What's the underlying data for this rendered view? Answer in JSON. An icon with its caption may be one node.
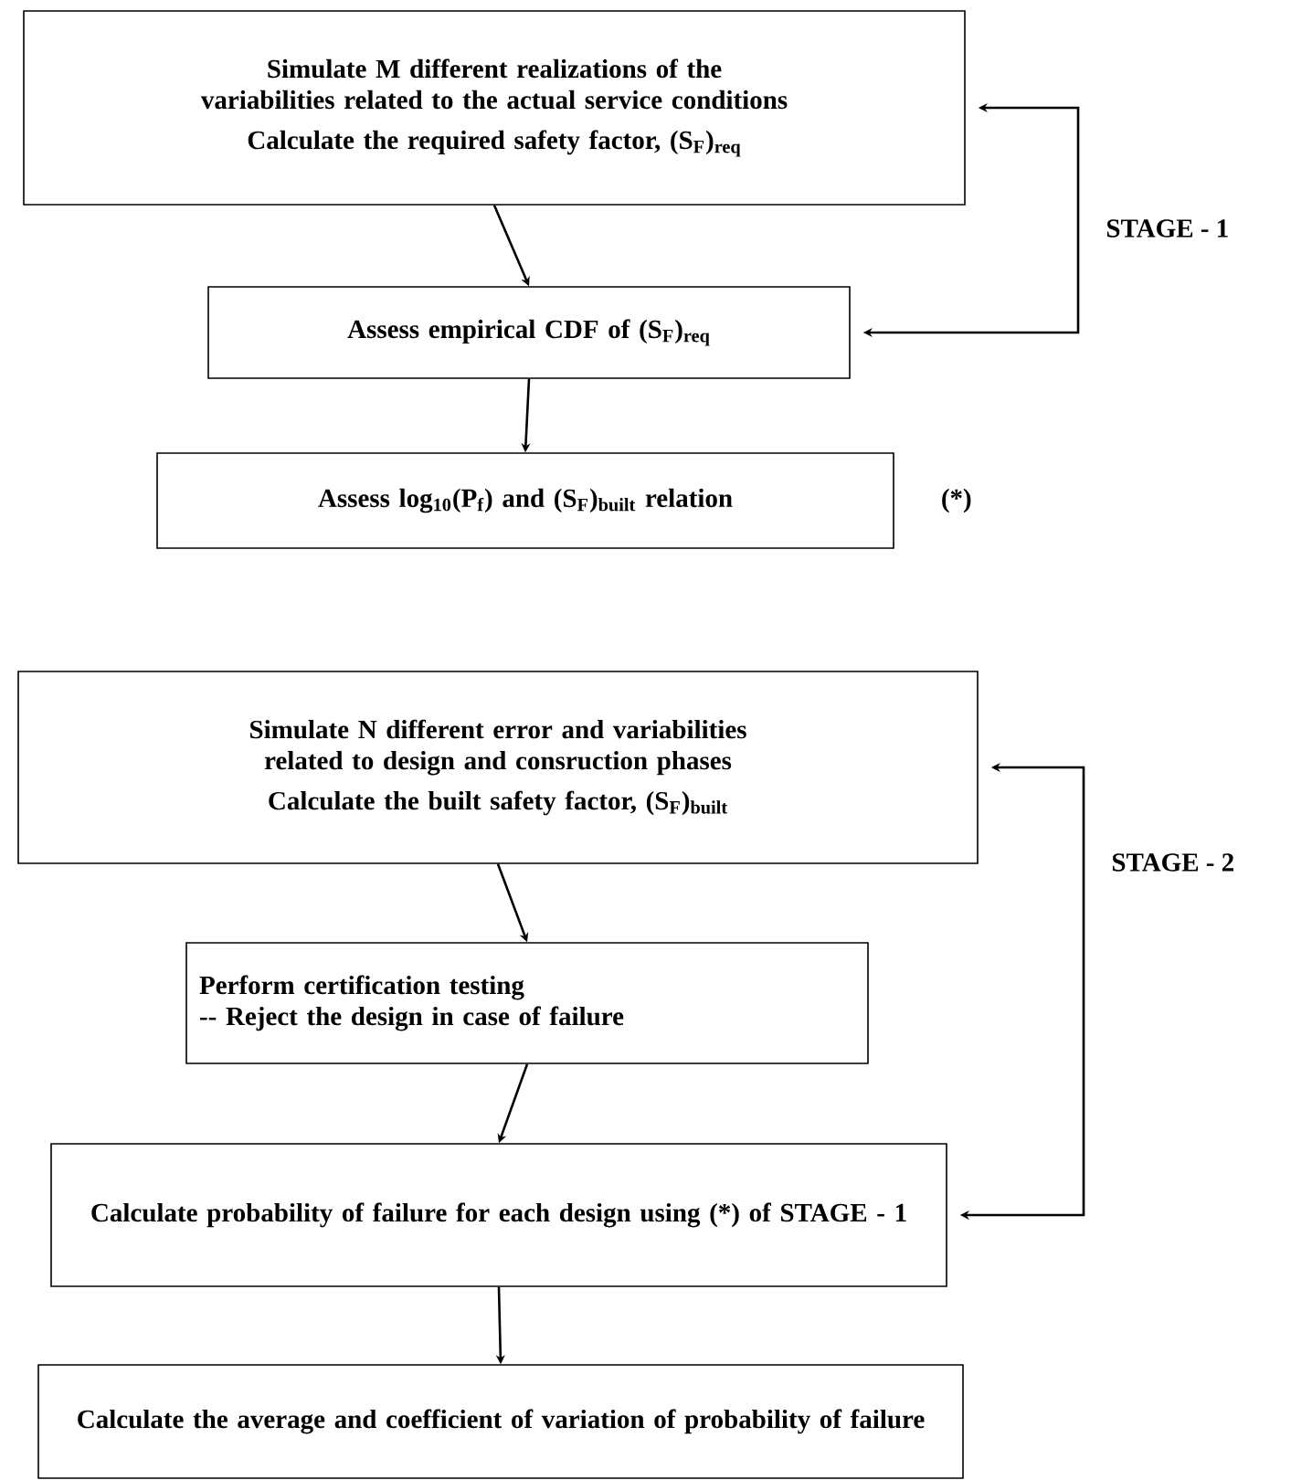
{
  "diagram": {
    "nodes": [
      {
        "text": [
          "Simulate M different realizations of the variabilities related to the actual service conditions",
          "Calculate the required safety factor, (S$_{F}$)$_{req}$"
        ]
      },
      {
        "text": [
          "Assess empirical CDF of (S$_{F}$)$_{req}$"
        ]
      },
      {
        "text": [
          "Assess log$_{10}$(P$_{f}$) and (S$_{F}$)$_{built}$ relation"
        ],
        "beside": [
          "(*)"
        ]
      },
      {
        "text": [
          "Simulate N different error and variabilities related to design and consruction phases",
          "Calculate the built safety factor, (S$_{F}$)$_{built}$"
        ]
      },
      {
        "text": [
          "Perform certification testing",
          "-- Reject the design in case of failure"
        ]
      },
      {
        "text": [
          "Calculate probability of failure for each design using (*) of STAGE - 1"
        ]
      },
      {
        "text": [
          "Calculate the average and coefficient of variation of probability of failure"
        ]
      }
    ],
    "edges": [
      {
        "from": 0,
        "to": 1,
        "arrow": "to"
      },
      {
        "from": 1,
        "to": 2,
        "arrow": "to"
      },
      {
        "from": 0,
        "to": 1,
        "arrow": "both",
        "label": "STAGE - 1"
      },
      {
        "from": 3,
        "to": 4,
        "arrow": "to"
      },
      {
        "from": 4,
        "to": 5,
        "arrow": "to"
      },
      {
        "from": 5,
        "to": 6,
        "arrow": "to"
      },
      {
        "from": 3,
        "to": 5,
        "arrow": "both",
        "label": "STAGE - 2"
      }
    ]
  }
}
